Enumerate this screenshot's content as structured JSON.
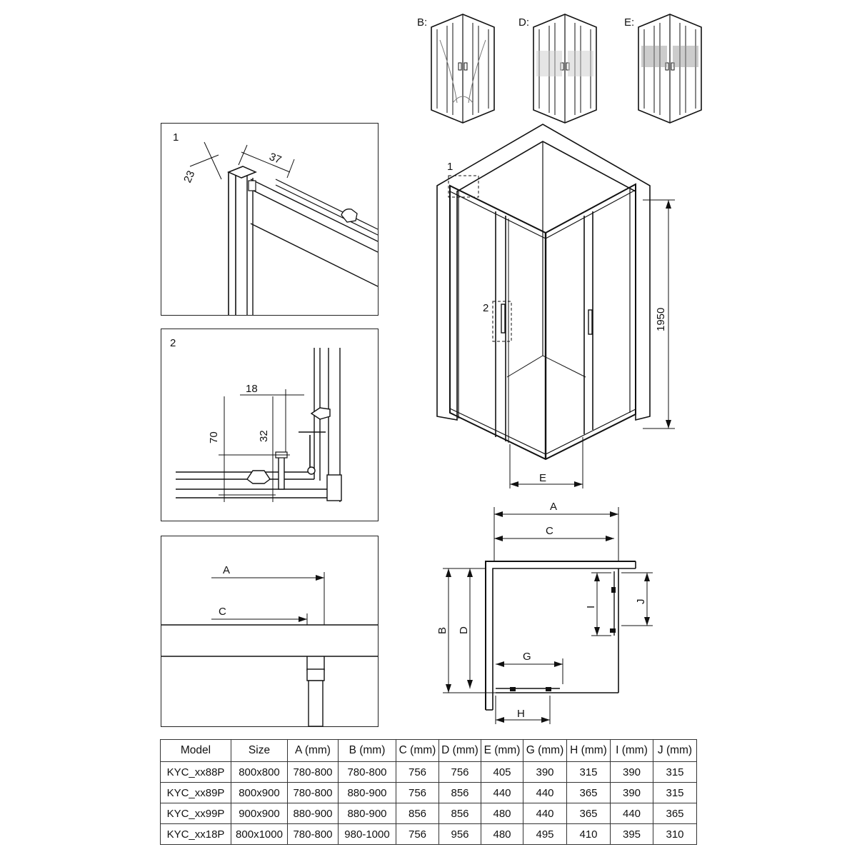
{
  "variants": [
    {
      "label": "B:"
    },
    {
      "label": "D:"
    },
    {
      "label": "E:"
    }
  ],
  "detail1": {
    "number": "1",
    "dim_a": "23",
    "dim_b": "37"
  },
  "detail2": {
    "number": "2",
    "dim_a": "18",
    "dim_b": "70",
    "dim_c": "32"
  },
  "section": {
    "label_a": "A",
    "label_c": "C"
  },
  "iso": {
    "callout1": "1",
    "callout2": "2",
    "height": "1950",
    "label_e": "E"
  },
  "plan": {
    "label_a": "A",
    "label_c": "C",
    "label_b": "B",
    "label_d": "D",
    "label_i": "I",
    "label_j": "J",
    "label_g": "G",
    "label_h": "H"
  },
  "table": {
    "headers": [
      "Model",
      "Size",
      "A (mm)",
      "B (mm)",
      "C (mm)",
      "D (mm)",
      "E (mm)",
      "G (mm)",
      "H (mm)",
      "I (mm)",
      "J (mm)"
    ],
    "rows": [
      [
        "KYC_xx88P",
        "800x800",
        "780-800",
        "780-800",
        "756",
        "756",
        "405",
        "390",
        "315",
        "390",
        "315"
      ],
      [
        "KYC_xx89P",
        "800x900",
        "780-800",
        "880-900",
        "756",
        "856",
        "440",
        "440",
        "365",
        "390",
        "315"
      ],
      [
        "KYC_xx99P",
        "900x900",
        "880-900",
        "880-900",
        "856",
        "856",
        "480",
        "440",
        "365",
        "440",
        "365"
      ],
      [
        "KYC_xx18P",
        "800x1000",
        "780-800",
        "980-1000",
        "756",
        "956",
        "480",
        "495",
        "410",
        "395",
        "310"
      ]
    ]
  }
}
